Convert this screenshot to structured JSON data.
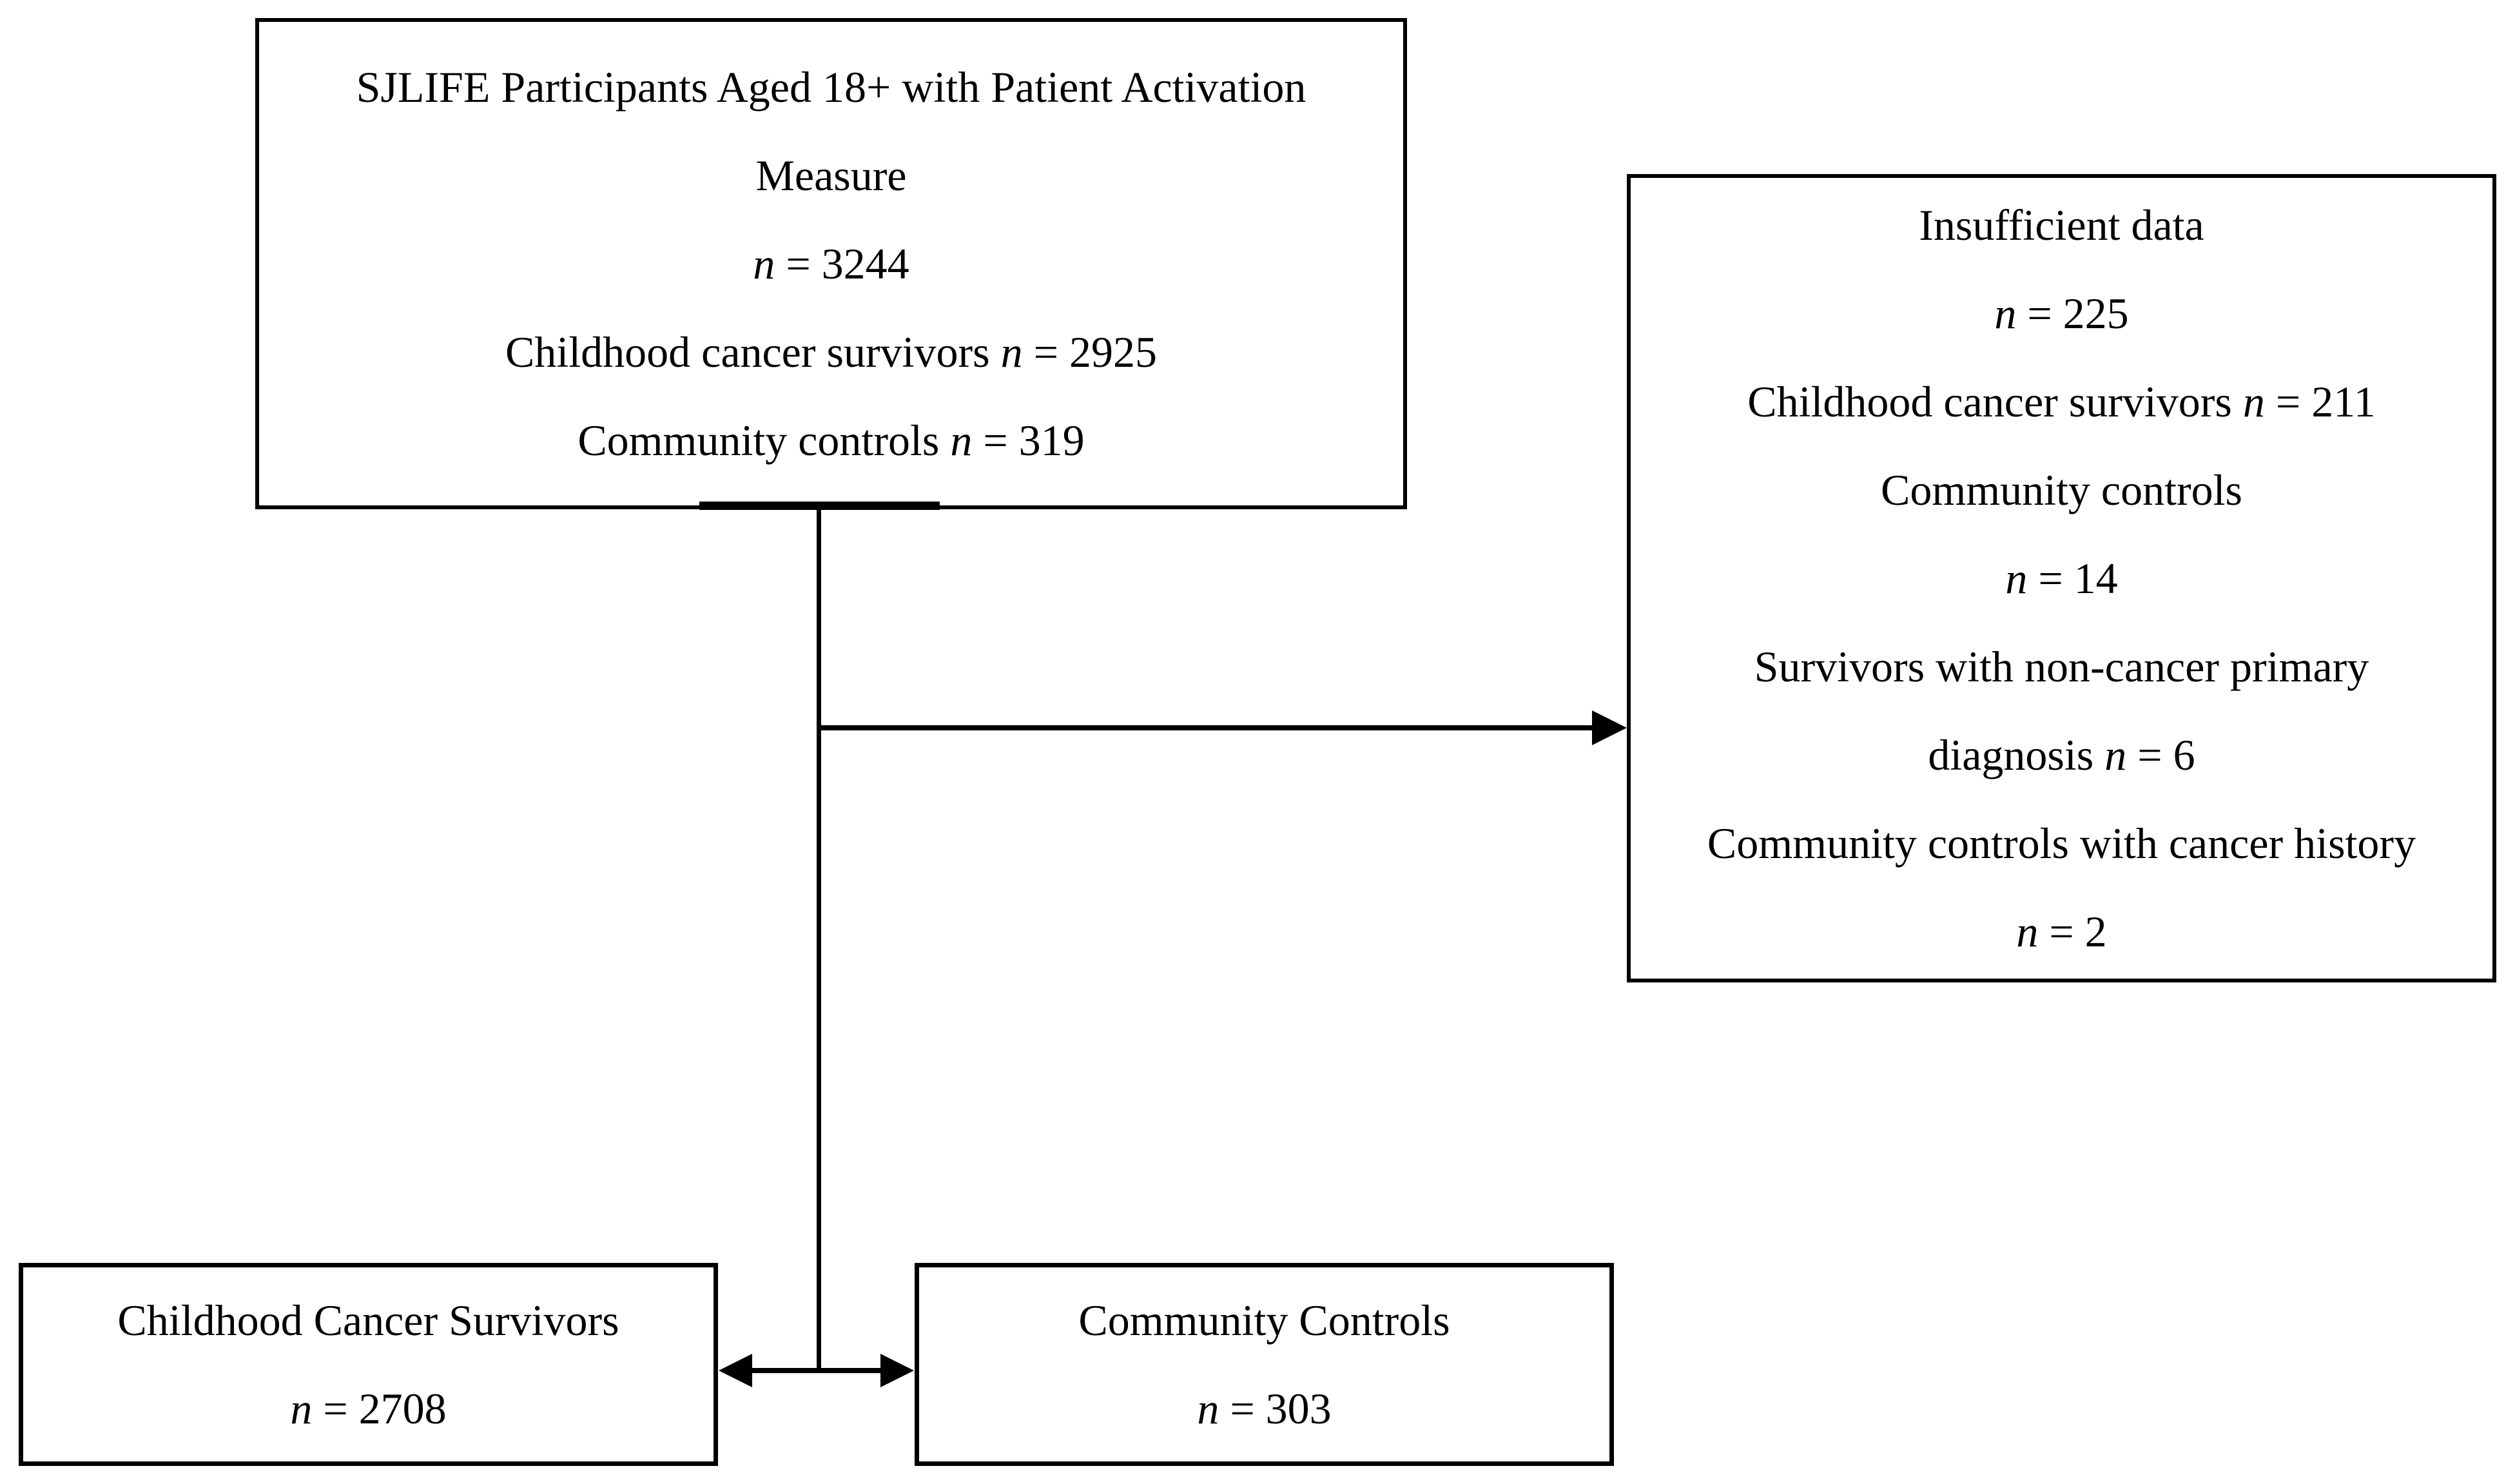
{
  "figure": {
    "colors": {
      "ink": "#000000",
      "paper": "#ffffff"
    },
    "enrollment_box": {
      "lines": [
        "SJLIFE Participants Aged 18+ with Patient Activation",
        "Measure",
        "n = 3244",
        "Childhood cancer survivors n = 2925",
        "Community controls n = 319"
      ]
    },
    "exclusion_box": {
      "lines": [
        "Insufficient data",
        "n = 225",
        "Childhood cancer survivors n = 211",
        "Community controls",
        "n = 14",
        "Survivors with non-cancer primary",
        "diagnosis n = 6",
        "Community controls with cancer history",
        "n = 2"
      ]
    },
    "survivors_box": {
      "lines": [
        "Childhood Cancer Survivors",
        "n = 2708"
      ]
    },
    "controls_box": {
      "lines": [
        "Community Controls",
        "n = 303"
      ]
    }
  }
}
